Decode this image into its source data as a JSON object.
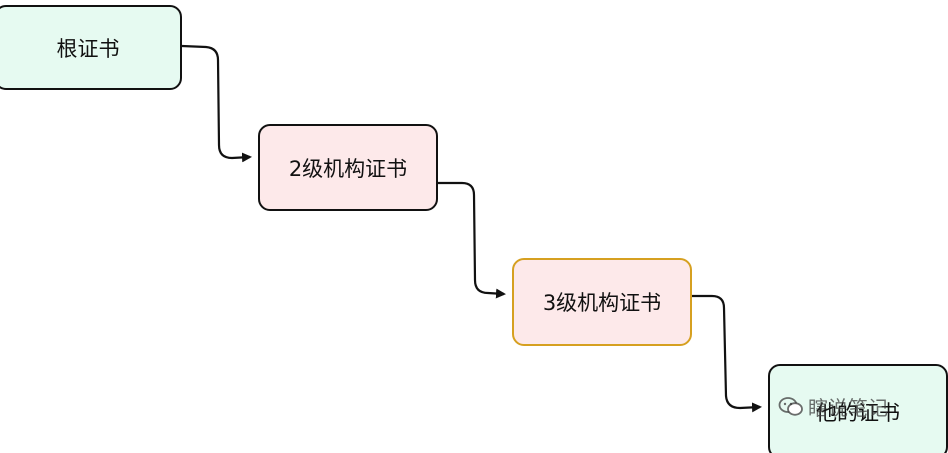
{
  "colors": {
    "stroke": "#111111",
    "root_fill": "#e6faf1",
    "intermediate_fill": "#fde9ea",
    "highlight_border": "#d6a020"
  },
  "nodes": {
    "root": "根证书",
    "level2": "2级机构证书",
    "level3": "3级机构证书",
    "end_entity": "他的证书"
  },
  "watermark": {
    "icon": "wechat-icon",
    "text": "瞎说笔记"
  }
}
